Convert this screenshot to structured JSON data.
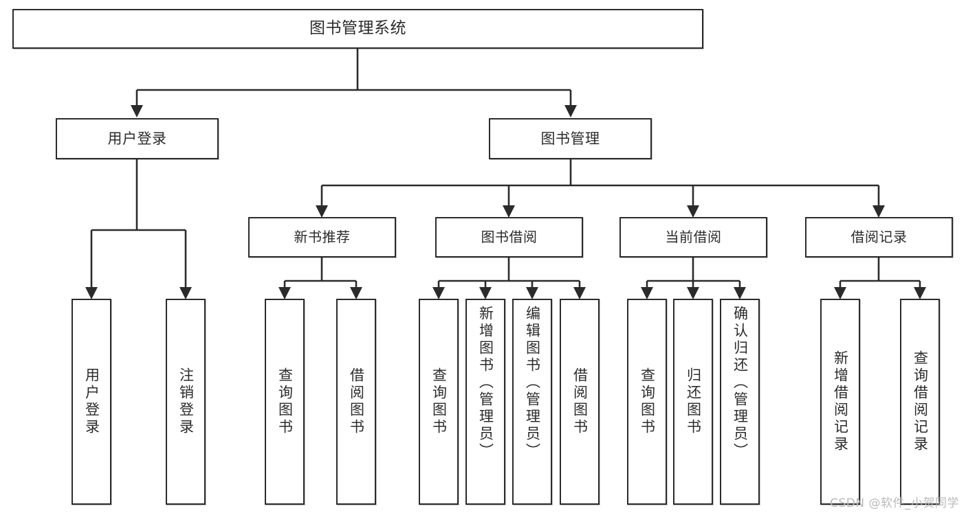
{
  "diagram": {
    "type": "tree",
    "title": "图书管理系统",
    "watermark": "CSDN @软件_小贺同学",
    "colors": {
      "stroke": "#2b2b2b",
      "fill": "#ffffff",
      "text": "#2b2b2b",
      "watermark": "#b9b9b9"
    },
    "nodes": {
      "root": {
        "label": "图书管理系统"
      },
      "level1": [
        {
          "label": "用户登录"
        },
        {
          "label": "图书管理"
        }
      ],
      "level2": [
        {
          "label": "新书推荐"
        },
        {
          "label": "图书借阅"
        },
        {
          "label": "当前借阅"
        },
        {
          "label": "借阅记录"
        }
      ],
      "leaves": {
        "user_login": [
          {
            "label": "用户登录"
          },
          {
            "label": "注销登录"
          }
        ],
        "new_book": [
          {
            "label": "查询图书"
          },
          {
            "label": "借阅图书"
          }
        ],
        "book_borrow": [
          {
            "label": "查询图书"
          },
          {
            "label": "新增图书（管理员）"
          },
          {
            "label": "编辑图书（管理员）"
          },
          {
            "label": "借阅图书"
          }
        ],
        "current_borrow": [
          {
            "label": "查询图书"
          },
          {
            "label": "归还图书"
          },
          {
            "label": "确认归还（管理员）"
          }
        ],
        "borrow_record": [
          {
            "label": "新增借阅记录"
          },
          {
            "label": "查询借阅记录"
          }
        ]
      }
    }
  }
}
